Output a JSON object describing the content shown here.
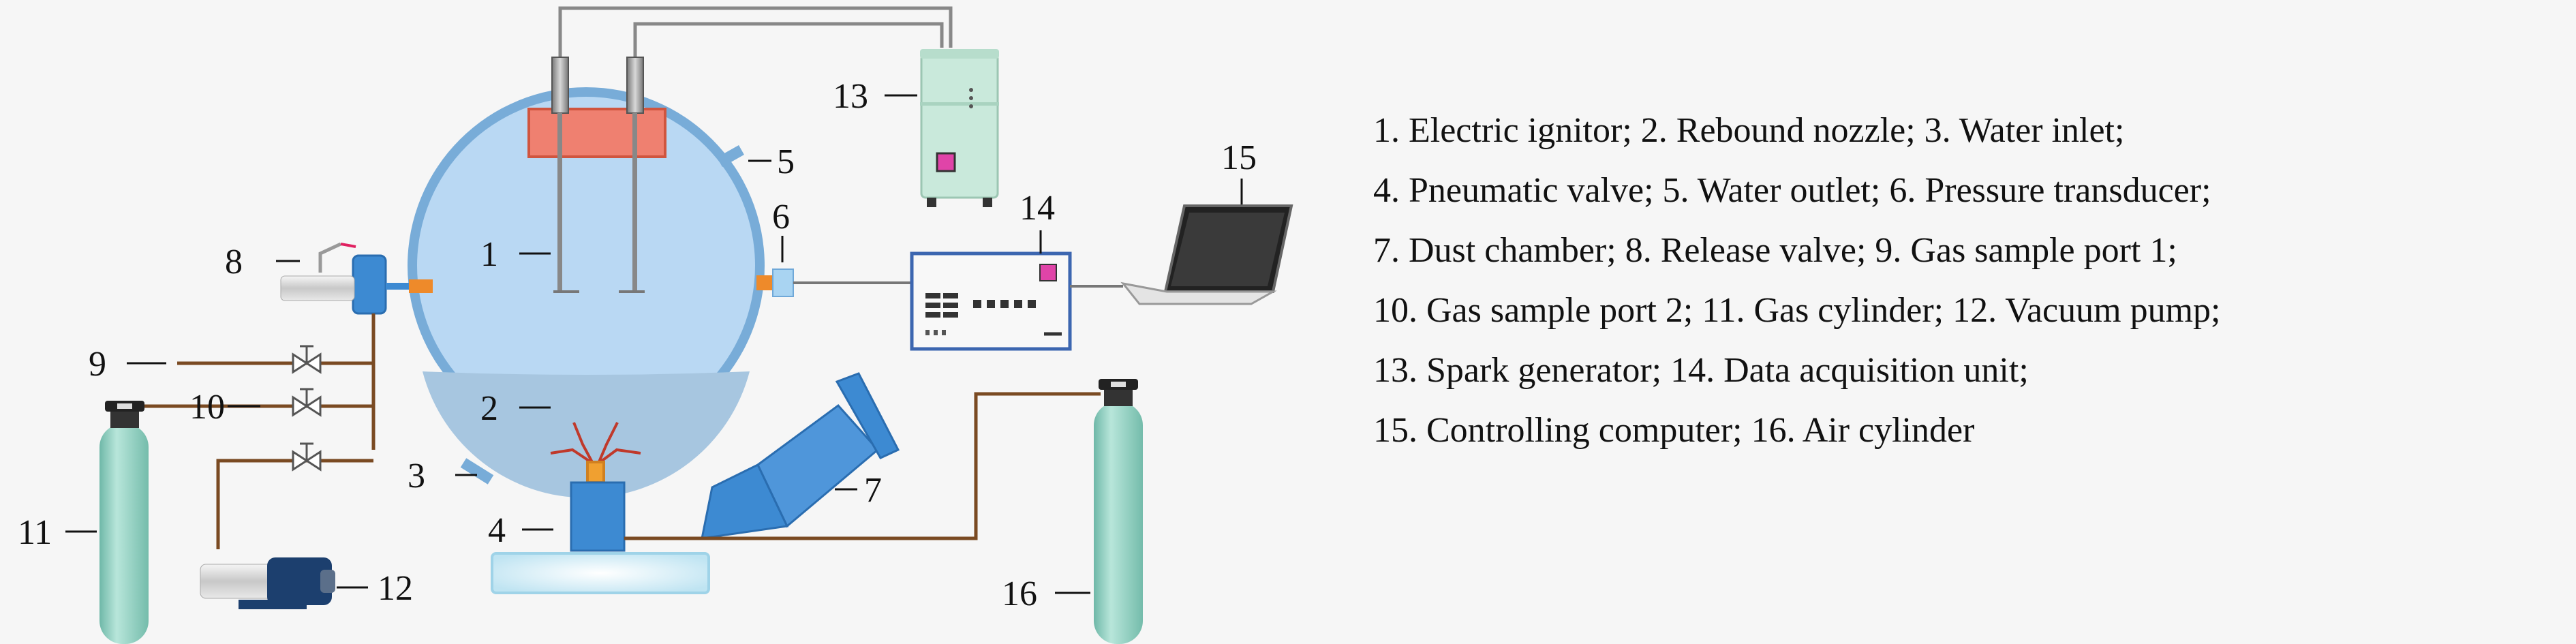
{
  "labels": {
    "n1": "1",
    "n2": "2",
    "n3": "3",
    "n4": "4",
    "n5": "5",
    "n6": "6",
    "n7": "7",
    "n8": "8",
    "n9": "9",
    "n10": "10",
    "n11": "11",
    "n12": "12",
    "n13": "13",
    "n14": "14",
    "n15": "15",
    "n16": "16"
  },
  "legend": [
    "1. Electric ignitor; 2. Rebound nozzle; 3. Water inlet;",
    "4. Pneumatic valve; 5. Water outlet; 6. Pressure transducer;",
    "7. Dust chamber; 8. Release valve; 9. Gas sample port 1;",
    "10. Gas sample port 2; 11. Gas cylinder; 12. Vacuum pump;",
    "13. Spark generator; 14. Data acquisition unit;",
    "15. Controlling computer; 16. Air cylinder"
  ],
  "colors": {
    "vessel_shell": "#78acd8",
    "vessel_fill": "#b9d8f3",
    "vessel_bottom": "#a7c6e0",
    "flange": "#ef8070",
    "connector": "#ee8a2a",
    "fitting": "#3d8ad2",
    "pipe": "#7a4a22",
    "cylinder": "#8fd0c0",
    "spark_generator": "#c9e9db",
    "daq_frame": "#3c66b0",
    "magenta": "#e044a8"
  }
}
